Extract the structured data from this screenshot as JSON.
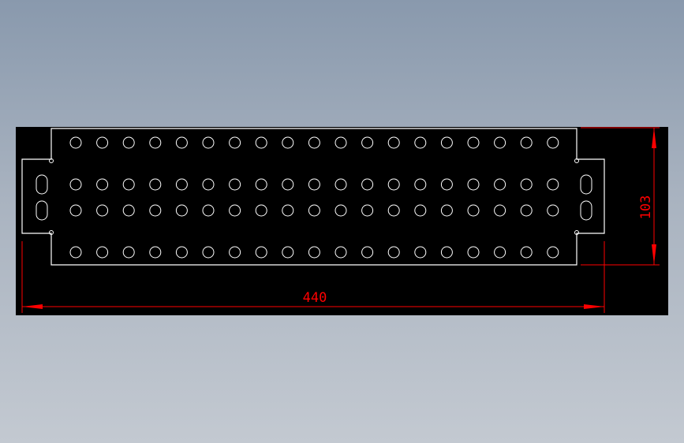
{
  "colors": {
    "background": "#000000",
    "outline": "#ffffff",
    "dimension": "#ff0000"
  },
  "panel": {
    "hole_columns": 19,
    "hole_rows": 4
  },
  "dimensions": {
    "width": "440",
    "height": "103"
  }
}
